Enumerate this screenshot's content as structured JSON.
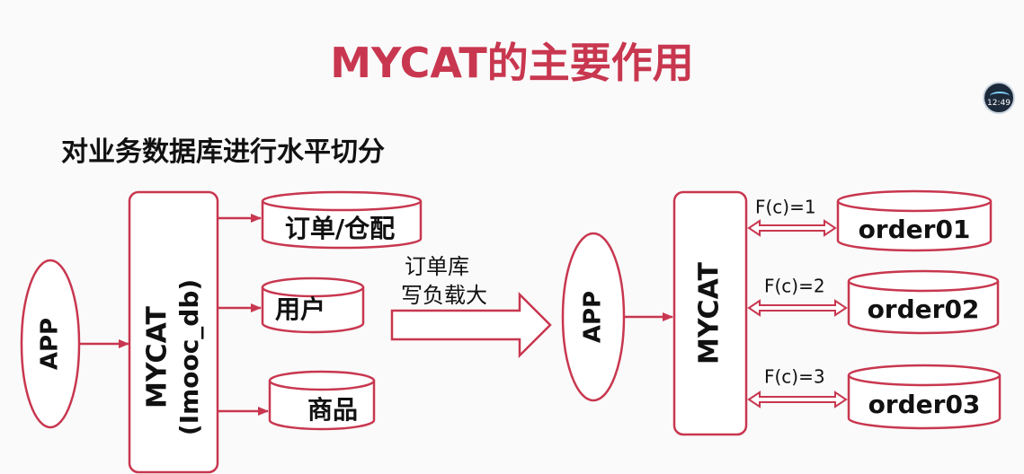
{
  "title": "MYCAT的主要作用",
  "subtitle": "对业务数据库进行水平切分",
  "badge_time": "12:49",
  "colors": {
    "accent": "#c8374f",
    "stroke": "#c8374f",
    "text": "#111111"
  },
  "left": {
    "app": "APP",
    "mycat_line1": "MYCAT",
    "mycat_line2": "(Imooc_db)",
    "db1": "订单/仓配",
    "db2": "用户",
    "db3": "商品"
  },
  "transition": {
    "line1": "订单库",
    "line2": "写负载大"
  },
  "right": {
    "app": "APP",
    "mycat": "MYCAT",
    "shards": [
      {
        "func": "F(c)=1",
        "name": "order01"
      },
      {
        "func": "F(c)=2",
        "name": "order02"
      },
      {
        "func": "F(c)=3",
        "name": "order03"
      }
    ]
  }
}
